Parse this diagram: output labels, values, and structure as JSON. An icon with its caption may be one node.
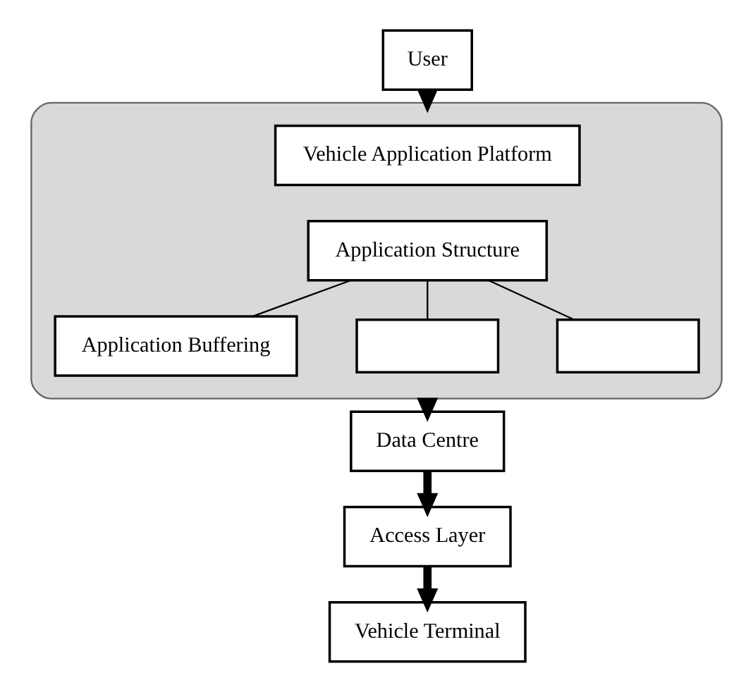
{
  "diagram": {
    "nodes": [
      {
        "text": [
          "User"
        ]
      },
      {
        "text": [],
        "shape": "box"
      },
      {
        "text": [
          "Vehicle Application Platform"
        ],
        "in": 1
      },
      {
        "text": [
          "Application Structure"
        ],
        "in": 1
      },
      {
        "text": [
          "Application Buffering"
        ],
        "in": 1
      },
      {
        "text": [],
        "shape": "box",
        "in": 1
      },
      {
        "text": [],
        "shape": "box",
        "in": 1
      },
      {
        "text": [
          "Data Centre"
        ]
      },
      {
        "text": [
          "Access Layer"
        ]
      },
      {
        "text": [
          "Vehicle Terminal"
        ]
      }
    ],
    "edges": [
      {
        "from": 0,
        "to": 1,
        "arrow": "to",
        "style": "thick"
      },
      {
        "from": 3,
        "to": 4,
        "arrow": "none"
      },
      {
        "from": 3,
        "to": 5,
        "arrow": "none"
      },
      {
        "from": 3,
        "to": 6,
        "arrow": "none"
      },
      {
        "from": 1,
        "to": 7,
        "arrow": "to",
        "style": "thick"
      },
      {
        "from": 7,
        "to": 8,
        "arrow": "to",
        "style": "thick"
      },
      {
        "from": 8,
        "to": 9,
        "arrow": "to",
        "style": "thick"
      }
    ]
  }
}
